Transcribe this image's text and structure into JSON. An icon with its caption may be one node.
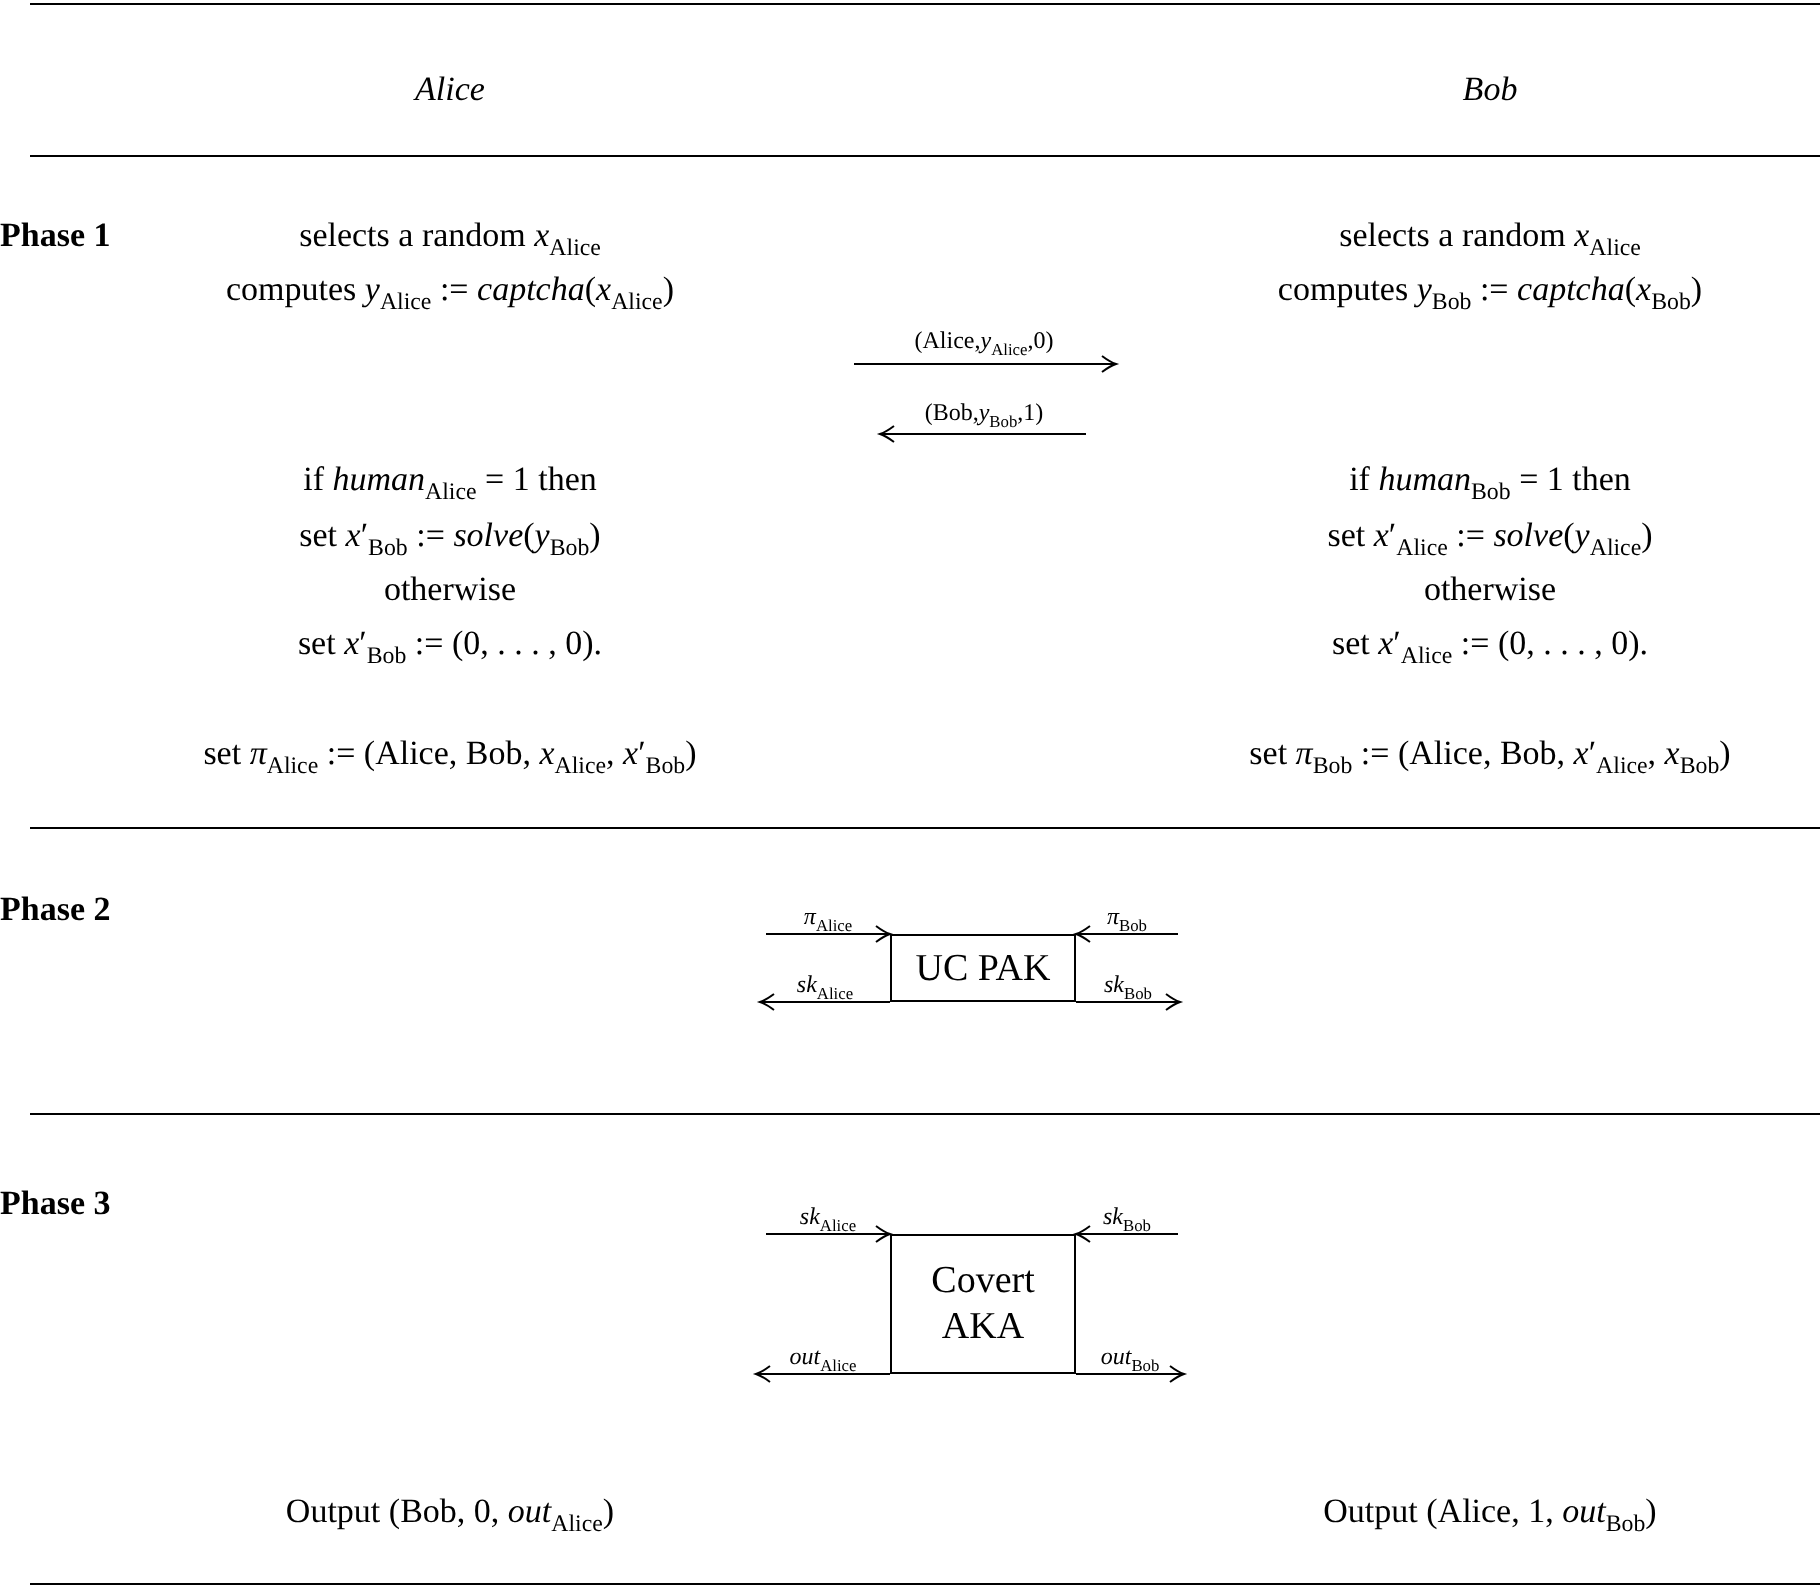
{
  "diagram": {
    "nodes": [
      {
        "text": [
          "UC PAK"
        ]
      },
      {
        "text": [
          "Covert AKA"
        ]
      }
    ],
    "edges": [
      {
        "from": null,
        "to": 0,
        "arrow": "to",
        "label": "*π*$_{Alice}$"
      },
      {
        "from": null,
        "to": 0,
        "arrow": "to",
        "label": "*π*$_{Bob}$"
      },
      {
        "from": 0,
        "to": null,
        "arrow": "to",
        "label": "*sk*$_{Alice}$"
      },
      {
        "from": 0,
        "to": null,
        "arrow": "to",
        "label": "*sk*$_{Bob}$"
      },
      {
        "from": null,
        "to": 1,
        "arrow": "to",
        "label": "*sk*$_{Alice}$"
      },
      {
        "from": null,
        "to": 1,
        "arrow": "to",
        "label": "*sk*$_{Bob}$"
      },
      {
        "from": 1,
        "to": null,
        "arrow": "to",
        "label": "*out*$_{Alice}$"
      },
      {
        "from": 1,
        "to": null,
        "arrow": "to",
        "label": "*out*$_{Bob}$"
      }
    ],
    "labels": [
      "Alice",
      "Bob",
      "Phase 1",
      "selects a random *x*$_{Alice}$",
      "selects a random *x*$_{Alice}$",
      "computes *y*$_{Alice}$ := *captcha*(*x*$_{Alice}$)",
      "computes *y*$_{Bob}$ := *captcha*(*x*$_{Bob}$)",
      "(Alice,*y*$_{Alice}$,0)",
      "(Bob,*y*$_{Bob}$,1)",
      "if *human*$_{Alice}$ = 1 then",
      "if *human*$_{Bob}$ = 1 then",
      "set *x*′$_{Bob}$ := *solve*(*y*$_{Bob}$)",
      "set *x*′$_{Alice}$ := *solve*(*y*$_{Alice}$)",
      "otherwise",
      "otherwise",
      "set *x*′$_{Bob}$ := (0, . . . , 0).",
      "set *x*′$_{Alice}$ := (0, . . . , 0).",
      "set *π*$_{Alice}$ := (Alice, Bob, *x*$_{Alice}$, *x*′$_{Bob}$)",
      "set *π*$_{Bob}$ := (Alice, Bob, *x*′$_{Alice}$, *x*$_{Bob}$)",
      "Phase 2",
      "Phase 3",
      "Output (Bob, 0, *out*$_{Alice}$)",
      "Output (Alice, 1, *out*$_{Bob}$)"
    ]
  }
}
